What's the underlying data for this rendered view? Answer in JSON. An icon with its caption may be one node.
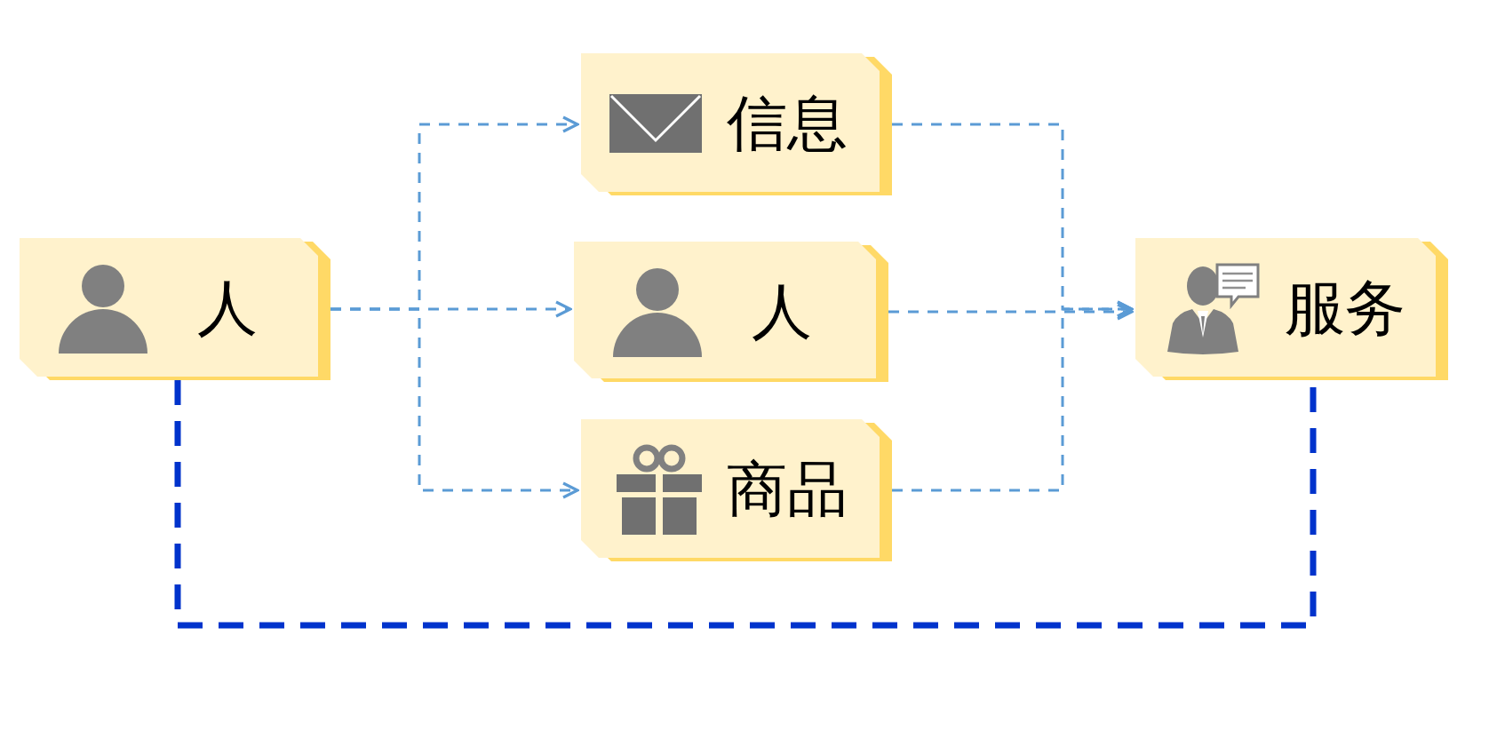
{
  "diagram": {
    "nodes": [
      {
        "text": [
          "人"
        ]
      },
      {
        "text": [
          "信息"
        ]
      },
      {
        "text": [
          "人"
        ]
      },
      {
        "text": [
          "商品"
        ]
      },
      {
        "text": [
          "服务"
        ]
      }
    ],
    "edges": [
      {
        "from": 0,
        "to": 1,
        "arrow": "to"
      },
      {
        "from": 0,
        "to": 2,
        "arrow": "to"
      },
      {
        "from": 0,
        "to": 3,
        "arrow": "to"
      },
      {
        "from": 1,
        "to": 4,
        "arrow": "to"
      },
      {
        "from": 2,
        "to": 4,
        "arrow": "to"
      },
      {
        "from": 3,
        "to": 4,
        "arrow": "to"
      },
      {
        "from": 0,
        "to": 4,
        "arrow": "none",
        "style": "dashed",
        "color": "#0033cc"
      }
    ]
  }
}
